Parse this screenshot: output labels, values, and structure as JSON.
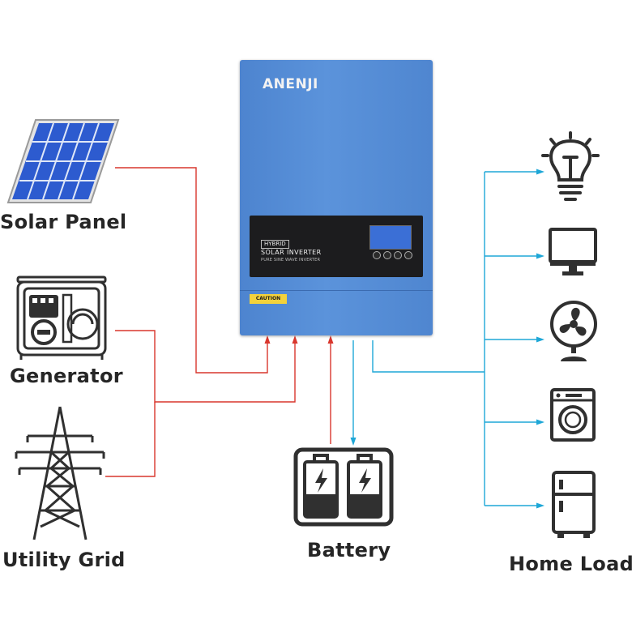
{
  "colors": {
    "ac_input_line": "#d9362d",
    "output_line": "#1ea7d7",
    "inverter_body": "#5a8fd8",
    "icon_dark": "#303030",
    "panel_blue": "#2f5fd0"
  },
  "inputs": [
    {
      "label": "Solar Panel",
      "icon": "solar-panel-icon"
    },
    {
      "label": "Generator",
      "icon": "generator-icon"
    },
    {
      "label": "Utility Grid",
      "icon": "utility-grid-icon"
    }
  ],
  "battery": {
    "label": "Battery",
    "icon": "battery-icon"
  },
  "home_loads": {
    "label": "Home Loads",
    "items": [
      {
        "icon": "light-bulb-icon"
      },
      {
        "icon": "monitor-icon"
      },
      {
        "icon": "fan-icon"
      },
      {
        "icon": "washing-machine-icon"
      },
      {
        "icon": "refrigerator-icon"
      }
    ]
  },
  "inverter": {
    "brand": "ANENJI",
    "badge": "HYBRID",
    "name": "SOLAR INVERTER",
    "subtitle": "PURE SINE WAVE INVERTER",
    "caution": "CAUTION"
  }
}
